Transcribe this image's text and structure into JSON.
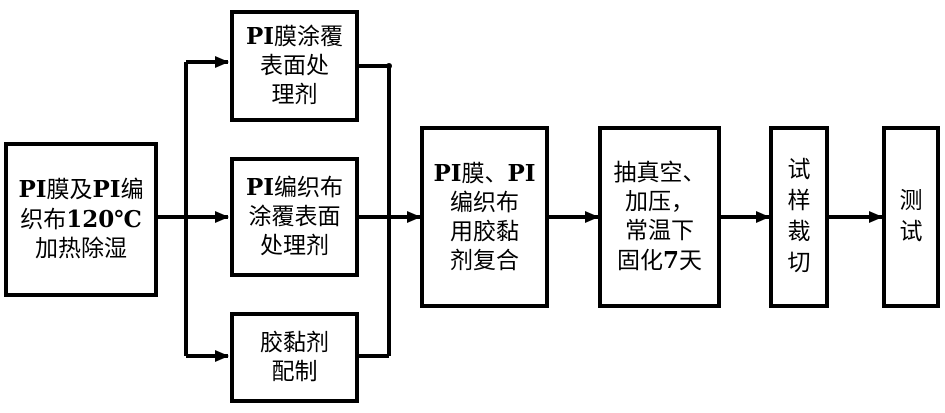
{
  "flow": {
    "start": {
      "lines": [
        [
          {
            "t": "PI",
            "b": true
          },
          {
            "t": "膜及"
          },
          {
            "t": "PI",
            "b": true
          },
          {
            "t": "编"
          }
        ],
        [
          {
            "t": "织布"
          },
          {
            "t": "120℃",
            "b": true
          }
        ],
        [
          {
            "t": "加热除湿"
          }
        ]
      ]
    },
    "pi_film_treat": {
      "lines": [
        [
          {
            "t": "PI",
            "b": true
          },
          {
            "t": "膜涂覆"
          }
        ],
        [
          {
            "t": "表面处"
          }
        ],
        [
          {
            "t": "理剂"
          }
        ]
      ]
    },
    "pi_cloth_treat": {
      "lines": [
        [
          {
            "t": "PI",
            "b": true
          },
          {
            "t": "编织布"
          }
        ],
        [
          {
            "t": "涂覆表面"
          }
        ],
        [
          {
            "t": "处理剂"
          }
        ]
      ]
    },
    "adhesive_prep": {
      "lines": [
        [
          {
            "t": "胶黏剂"
          }
        ],
        [
          {
            "t": "配制"
          }
        ]
      ]
    },
    "composite": {
      "lines": [
        [
          {
            "t": "PI",
            "b": true
          },
          {
            "t": "膜、"
          },
          {
            "t": "PI",
            "b": true
          }
        ],
        [
          {
            "t": "编织布"
          }
        ],
        [
          {
            "t": "用胶黏"
          }
        ],
        [
          {
            "t": "剂复合"
          }
        ]
      ]
    },
    "cure": {
      "lines": [
        [
          {
            "t": "抽真空、"
          }
        ],
        [
          {
            "t": "加压，"
          }
        ],
        [
          {
            "t": "常温下"
          }
        ],
        [
          {
            "t": "固化"
          },
          {
            "t": "7",
            "b": true
          },
          {
            "t": "天"
          }
        ]
      ]
    },
    "cut": {
      "lines": [
        [
          {
            "t": "试"
          }
        ],
        [
          {
            "t": "样"
          }
        ],
        [
          {
            "t": "裁"
          }
        ],
        [
          {
            "t": "切"
          }
        ]
      ]
    },
    "test": {
      "lines": [
        [
          {
            "t": "测"
          }
        ],
        [
          {
            "t": "试"
          }
        ]
      ]
    }
  }
}
